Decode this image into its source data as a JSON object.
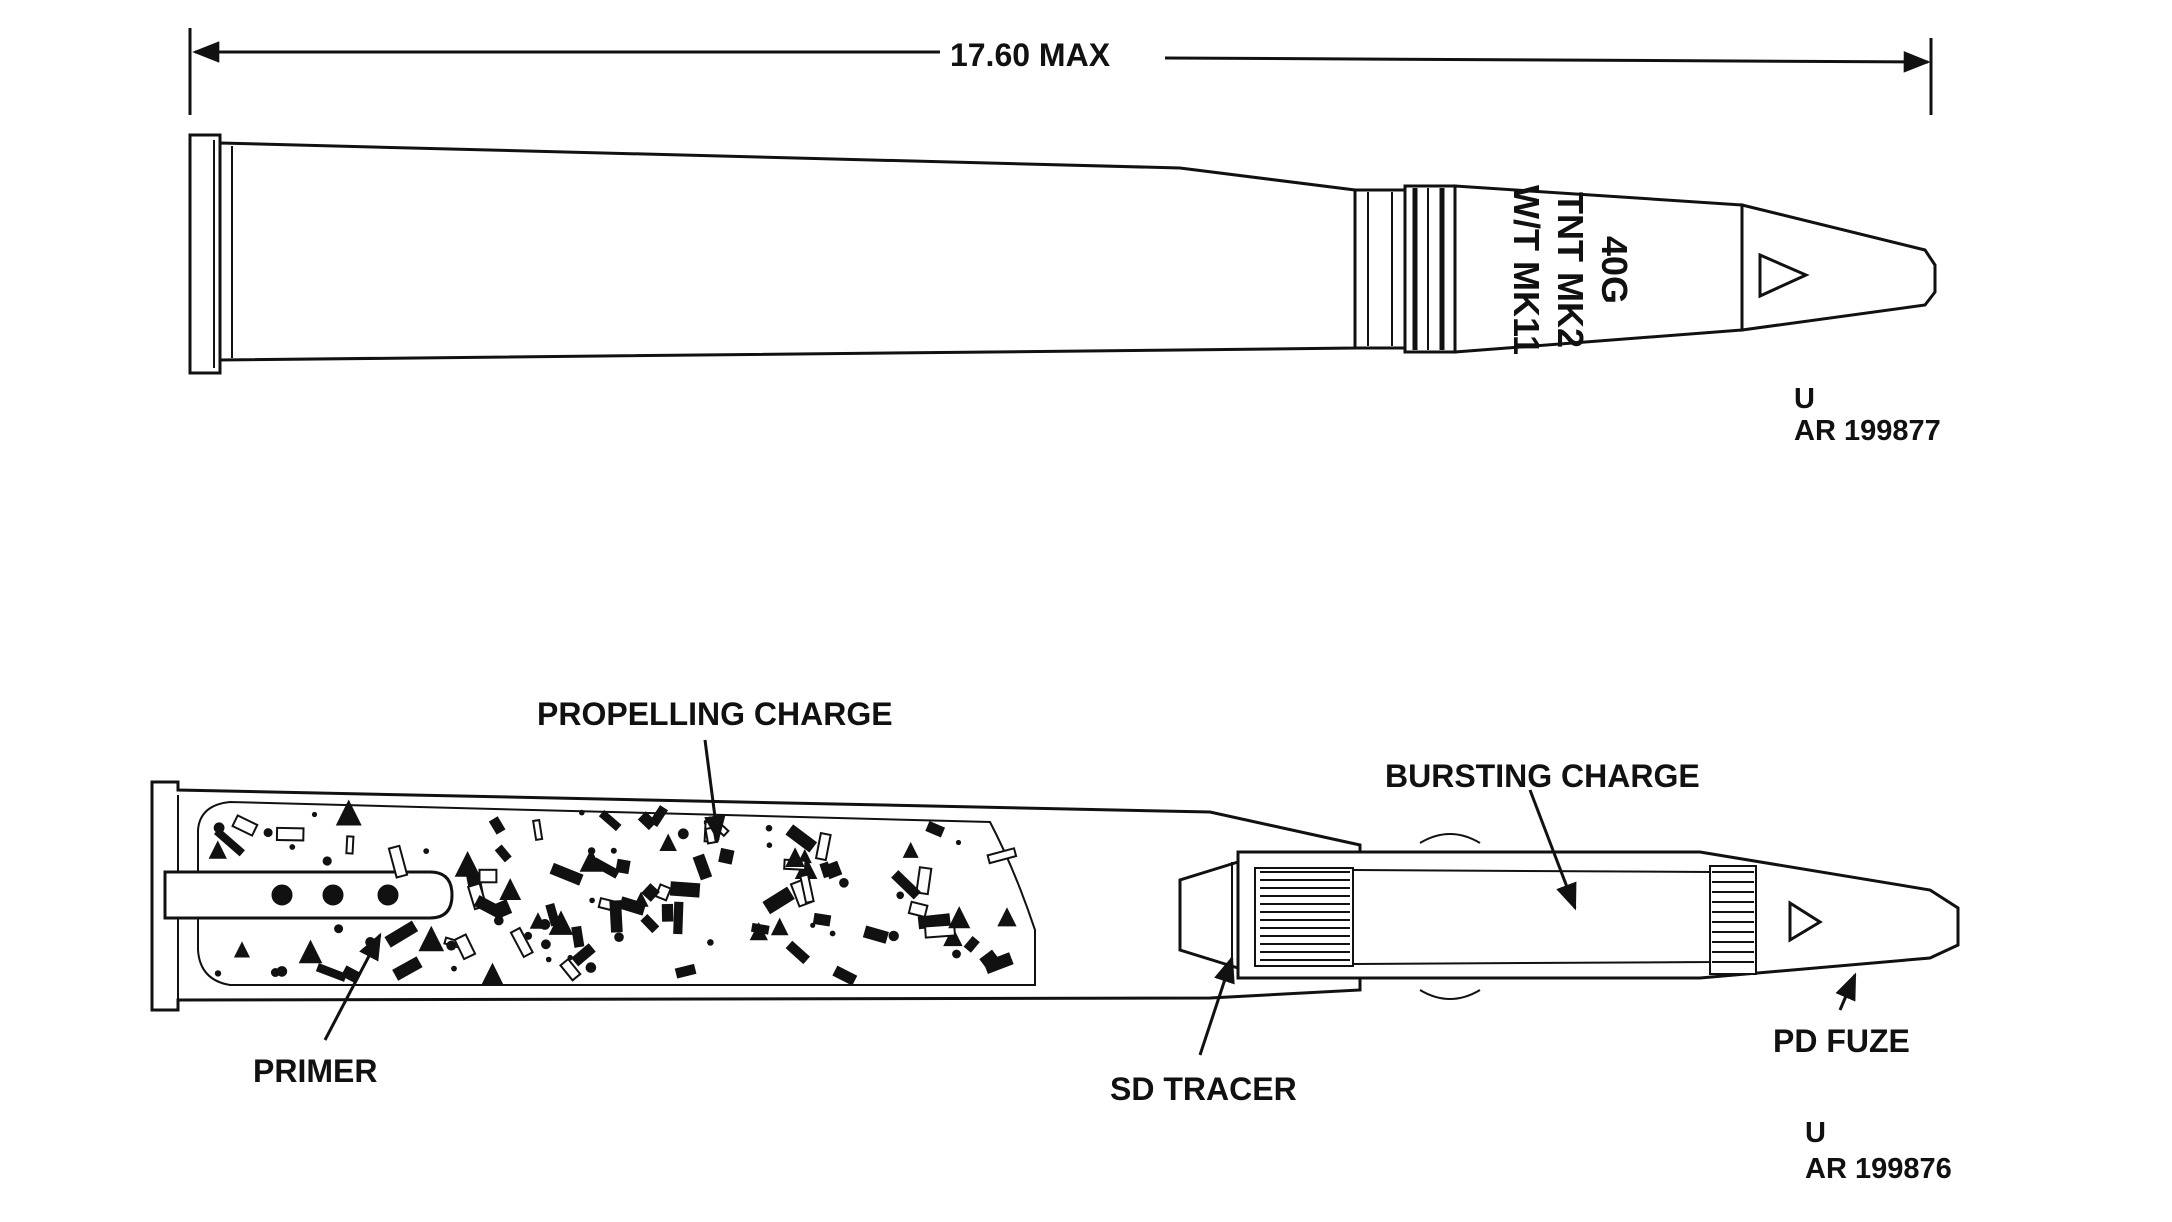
{
  "external_view": {
    "dimension_label": "17.60 MAX",
    "round_marking": [
      "40G",
      "TNT MK2",
      "W/T MK11"
    ],
    "classification": "U",
    "figure_ref": "AR 199877"
  },
  "sectional_view": {
    "labels": {
      "propelling_charge": "PROPELLING CHARGE",
      "bursting_charge": "BURSTING CHARGE",
      "primer": "PRIMER",
      "sd_tracer": "SD TRACER",
      "pd_fuze": "PD FUZE"
    },
    "classification": "U",
    "figure_ref": "AR 199876"
  }
}
